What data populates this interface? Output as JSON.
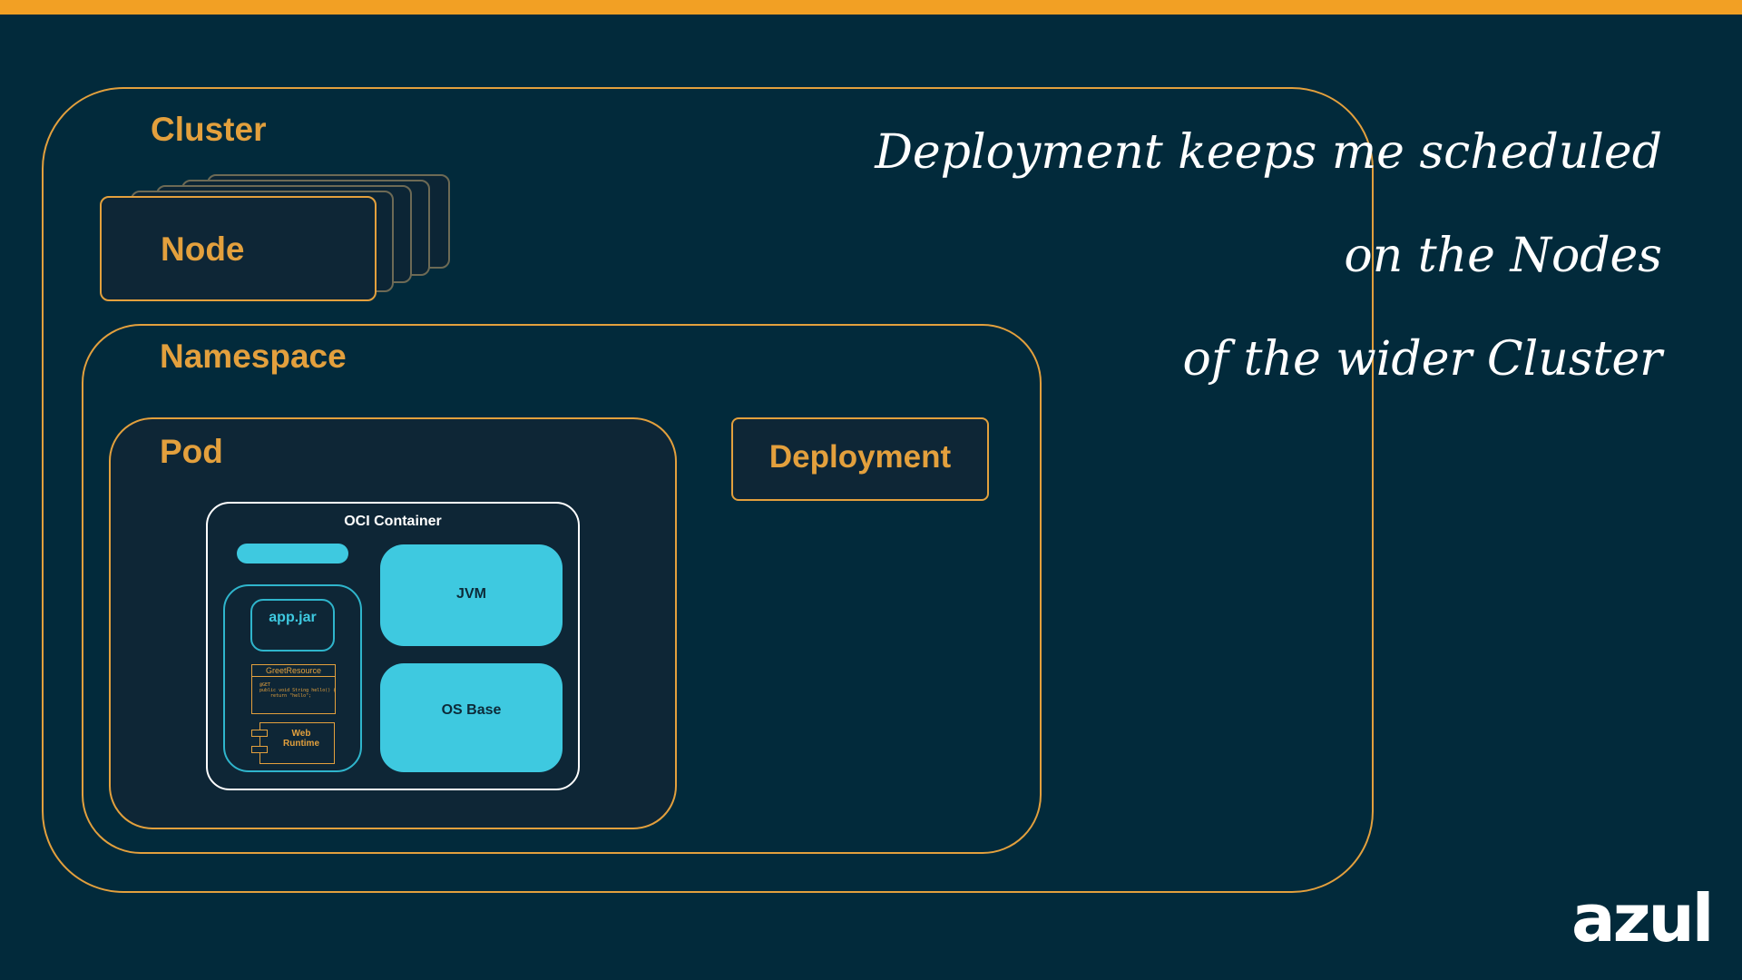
{
  "colors": {
    "accent": "#e3a03d",
    "topbar": "#f2a024",
    "background": "#022a3b",
    "cyan": "#3ec9e0"
  },
  "cluster": {
    "label": "Cluster"
  },
  "node": {
    "label": "Node"
  },
  "namespace": {
    "label": "Namespace"
  },
  "pod": {
    "label": "Pod"
  },
  "deployment": {
    "label": "Deployment"
  },
  "oci_container": {
    "title": "OCI Container",
    "jvm": "JVM",
    "os_base": "OS Base",
    "app_jar": "app.jar",
    "greet_resource": {
      "title": "GreetResource",
      "code": "@GET\npublic void String hello() {\n    return \"hello\";"
    },
    "web_runtime": "Web\nRuntime"
  },
  "quote": {
    "line1": "Deployment keeps me scheduled",
    "line2": "on the Nodes",
    "line3": "of the wider Cluster"
  },
  "logo": {
    "text": "azul"
  }
}
